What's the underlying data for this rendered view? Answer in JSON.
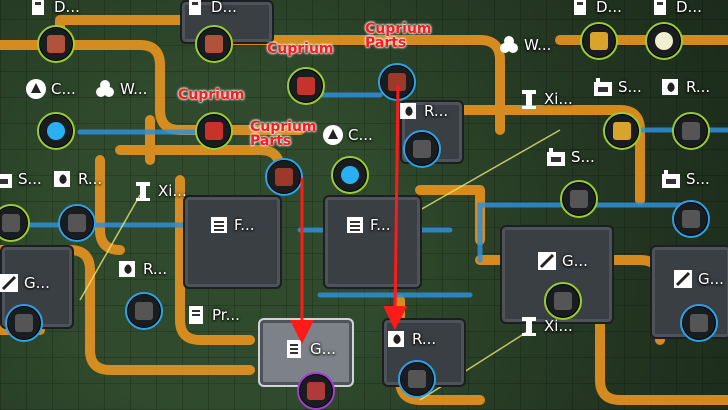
{
  "annotations": {
    "cuprium_1": "Cuprium",
    "cuprium_2": "Cuprium",
    "parts_1_a": "Cuprium",
    "parts_1_b": "Parts",
    "parts_2_a": "Cuprium",
    "parts_2_b": "Parts"
  },
  "labels": {
    "top_d1": "D...",
    "top_d2": "D...",
    "top_d3": "D...",
    "top_d4": "D...",
    "top_w": "W...",
    "c1": "C...",
    "w1": "W...",
    "c2": "C...",
    "r1": "R...",
    "xi1": "Xi...",
    "s1": "S...",
    "r_left": "R...",
    "s_top_right": "S...",
    "xi_left": "Xi...",
    "s_right": "S...",
    "r_top_right": "R...",
    "f1": "F...",
    "f2": "F...",
    "g_right1": "G...",
    "g_left": "G...",
    "r_mid": "R...",
    "g_right2": "G...",
    "pr": "Pr...",
    "xi_bottom": "Xi...",
    "g_sel": "G...",
    "r_bottom": "R..."
  },
  "colors": {
    "belt": "#e8941f",
    "pipe": "#2f8fd8",
    "arrow": "#ff1a1a",
    "node_green": "#9acd32",
    "node_blue": "#2aa3e8",
    "node_purple": "#a33bd8"
  }
}
